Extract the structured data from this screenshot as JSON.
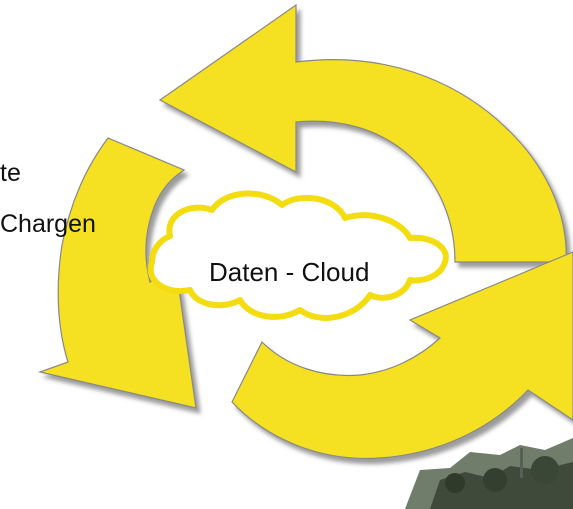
{
  "diagram": {
    "cloud_label": "Daten - Cloud",
    "side_labels": [
      "te",
      "Chargen"
    ],
    "arrow_color": "#f5e020",
    "arrow_outline_color": "#888888",
    "cloud_outline_color": "#f3dc10"
  }
}
